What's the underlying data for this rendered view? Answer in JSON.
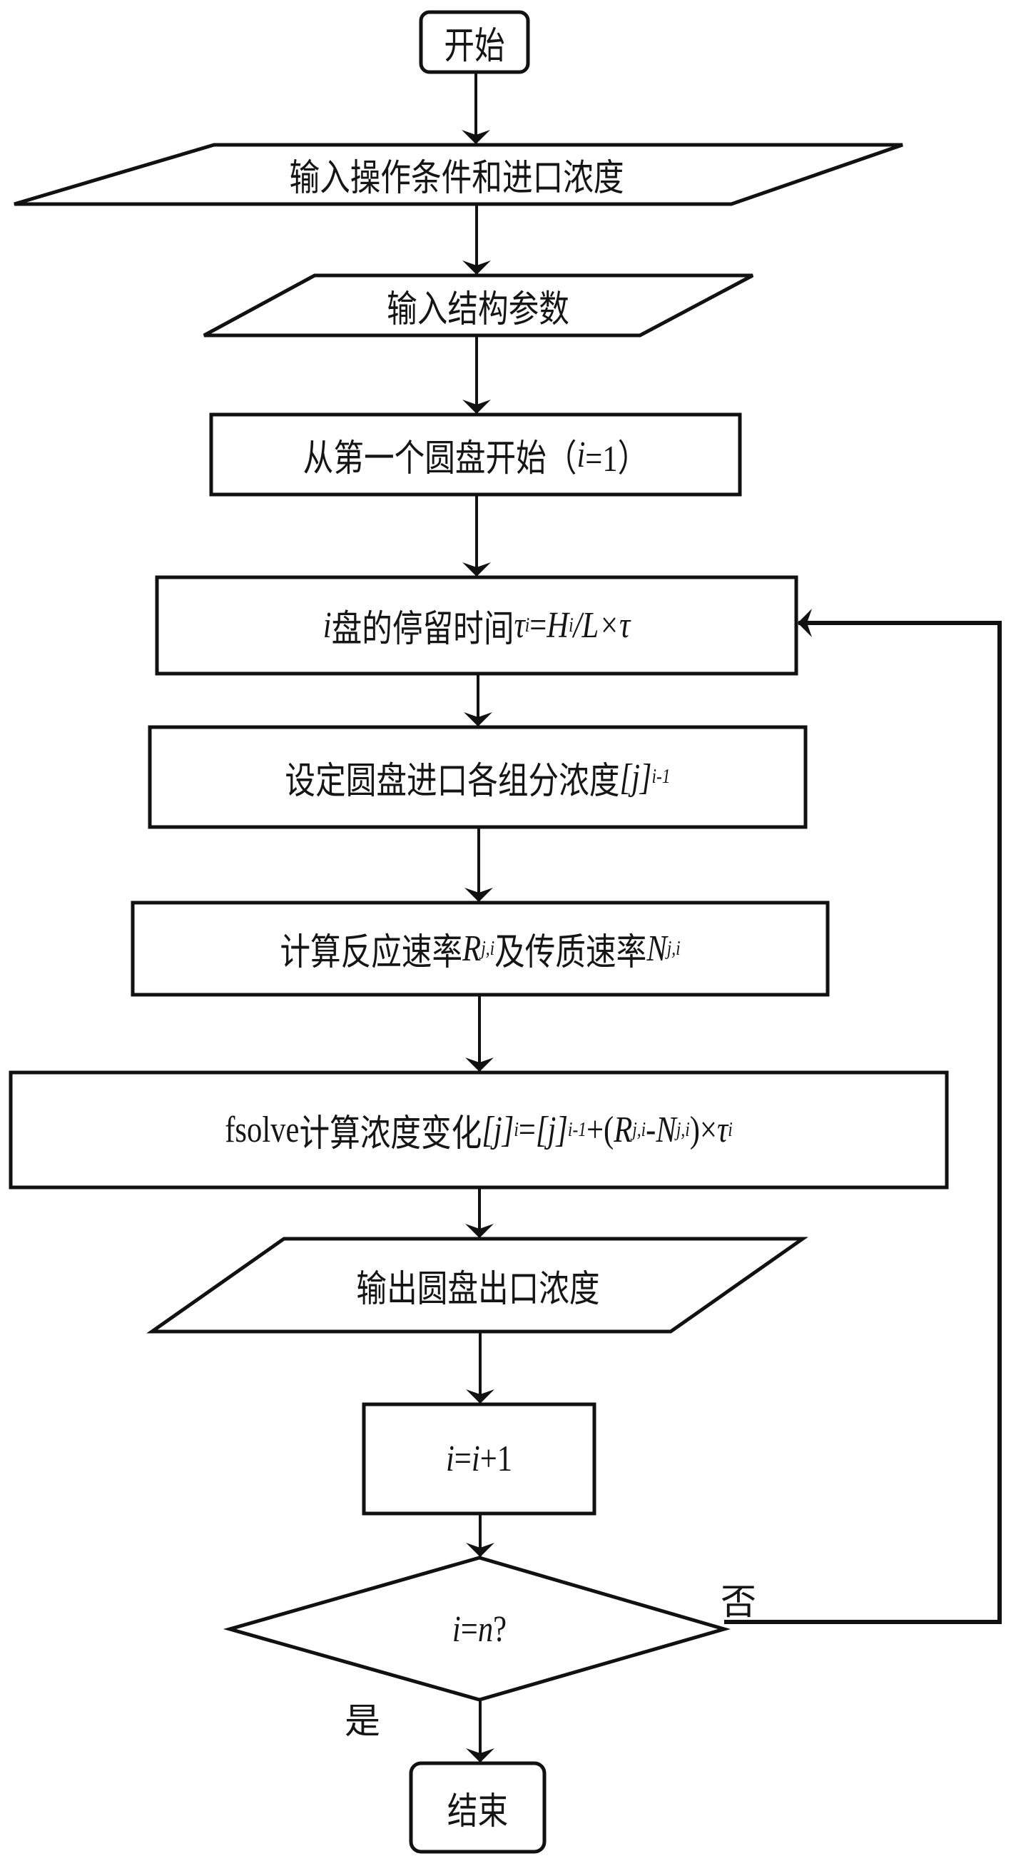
{
  "diagram": {
    "type": "flowchart",
    "nodes": [
      {
        "id": "start",
        "shape": "terminator",
        "text": "开始"
      },
      {
        "id": "input_conditions",
        "shape": "parallelogram",
        "text": "输入操作条件和进口浓度"
      },
      {
        "id": "input_structure",
        "shape": "parallelogram",
        "text": "输入结构参数"
      },
      {
        "id": "init_disk",
        "shape": "process",
        "text_prefix": "从第一个圆盘开始（",
        "text_var": "i",
        "text_suffix": "=1）"
      },
      {
        "id": "residence_time",
        "shape": "process",
        "text": "i盘的停留时间τi=Hi/L×τ",
        "parts": {
          "var_i": "i",
          "cn": "盘的停留时间",
          "tau": "τ",
          "sub_i": "i",
          "eq": "=",
          "H": "H",
          "slash_L": "/L",
          "times_tau": "×τ"
        }
      },
      {
        "id": "set_inlet",
        "shape": "process",
        "text": "设定圆盘进口各组分浓度[j]i-1",
        "parts": {
          "cn": "设定圆盘进口各组分浓度",
          "bracket": "[j]",
          "sub": "i-1"
        }
      },
      {
        "id": "calc_rates",
        "shape": "process",
        "text": "计算反应速率Rj,i及传质速率Nj,i",
        "parts": {
          "cn1": "计算反应速率",
          "R": "R",
          "sub": "j,i",
          "cn2": "及传质速率",
          "N": "N"
        }
      },
      {
        "id": "fsolve",
        "shape": "process",
        "text": "fsolve计算浓度变化[j]i=[j]i-1+(Rj,i-Nj,i)×τi",
        "parts": {
          "fsolve": "fsolve",
          "cn": "计算浓度变化",
          "j": "[j]",
          "sub_i": "i",
          "eq": "=",
          "sub_im1": "i-1",
          "plus_open": "+(",
          "R": "R",
          "sub_ji": "j,i",
          "minus_N": "-N",
          "close_times": ")×",
          "tau": "τ"
        }
      },
      {
        "id": "output_outlet",
        "shape": "parallelogram",
        "text": "输出圆盘出口浓度"
      },
      {
        "id": "increment",
        "shape": "process",
        "text_var": "i",
        "text_mid": "=",
        "text_var2": "i",
        "text_suffix": "+1"
      },
      {
        "id": "decision",
        "shape": "diamond",
        "text_var": "i",
        "text_mid": "=",
        "text_var2": "n",
        "text_suffix": "?"
      },
      {
        "id": "end",
        "shape": "terminator",
        "text": "结束"
      }
    ],
    "edges": [
      {
        "from": "start",
        "to": "input_conditions"
      },
      {
        "from": "input_conditions",
        "to": "input_structure"
      },
      {
        "from": "input_structure",
        "to": "init_disk"
      },
      {
        "from": "init_disk",
        "to": "residence_time"
      },
      {
        "from": "residence_time",
        "to": "set_inlet"
      },
      {
        "from": "set_inlet",
        "to": "calc_rates"
      },
      {
        "from": "calc_rates",
        "to": "fsolve"
      },
      {
        "from": "fsolve",
        "to": "output_outlet"
      },
      {
        "from": "output_outlet",
        "to": "increment"
      },
      {
        "from": "increment",
        "to": "decision"
      },
      {
        "from": "decision",
        "to": "end",
        "label": "是"
      },
      {
        "from": "decision",
        "to": "residence_time",
        "label": "否"
      }
    ],
    "labels": {
      "yes": "是",
      "no": "否"
    }
  }
}
